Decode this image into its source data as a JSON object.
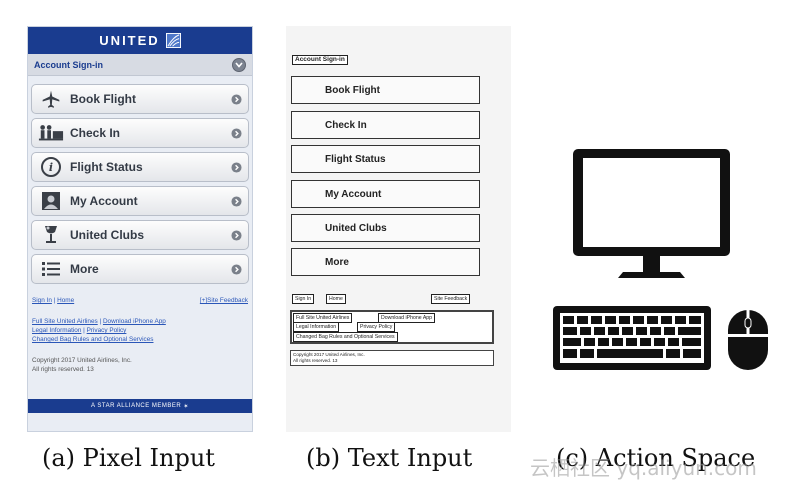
{
  "panel_a": {
    "logo_text": "UNITED",
    "signin_label": "Account Sign-in",
    "menu": [
      {
        "label": "Book Flight",
        "icon": "airplane-icon"
      },
      {
        "label": "Check In",
        "icon": "check-in-icon"
      },
      {
        "label": "Flight Status",
        "icon": "flight-status-icon"
      },
      {
        "label": "My Account",
        "icon": "account-icon"
      },
      {
        "label": "United Clubs",
        "icon": "club-icon"
      },
      {
        "label": "More",
        "icon": "list-icon"
      }
    ],
    "footer": {
      "sign_in": "Sign In",
      "home": "Home",
      "site_feedback": "[+]Site Feedback",
      "full_site": "Full Site United Airlines",
      "iphone_app": "Download iPhone App",
      "legal": "Legal Information",
      "privacy": "Privacy Policy",
      "bag_rules": "Changed Bag Rules and Optional Services",
      "copyright_1": "Copyright 2017 United Airlines, Inc.",
      "copyright_2": "All rights reserved.   13"
    },
    "star_alliance": "A STAR ALLIANCE MEMBER"
  },
  "panel_b": {
    "signin_label": "Account Sign-in",
    "menu": [
      "Book Flight",
      "Check In",
      "Flight Status",
      "My Account",
      "United Clubs",
      "More"
    ],
    "footer": {
      "sign_in": "Sign In",
      "home": "Home",
      "site_feedback": "Site Feedback",
      "full_site": "Full Site United Airlines",
      "iphone_app": "Download iPhone App",
      "legal": "Legal Information",
      "privacy": "Privacy Policy",
      "bag_rules": "Changed Bag Rules and Optional Services",
      "copyright_1": "Copyright 2017 United Airlines, Inc.",
      "copyright_2": "All rights reserved.   13"
    }
  },
  "panel_c": {
    "icons": [
      "monitor-icon",
      "keyboard-icon",
      "mouse-icon"
    ]
  },
  "captions": {
    "a": "(a) Pixel Input",
    "b": "(b) Text Input",
    "c": "(c) Action Space"
  },
  "watermark": "云栖社区 yq.aliyun.com",
  "colors": {
    "united_blue": "#1a3c8f",
    "link_blue": "#2a56b8"
  }
}
